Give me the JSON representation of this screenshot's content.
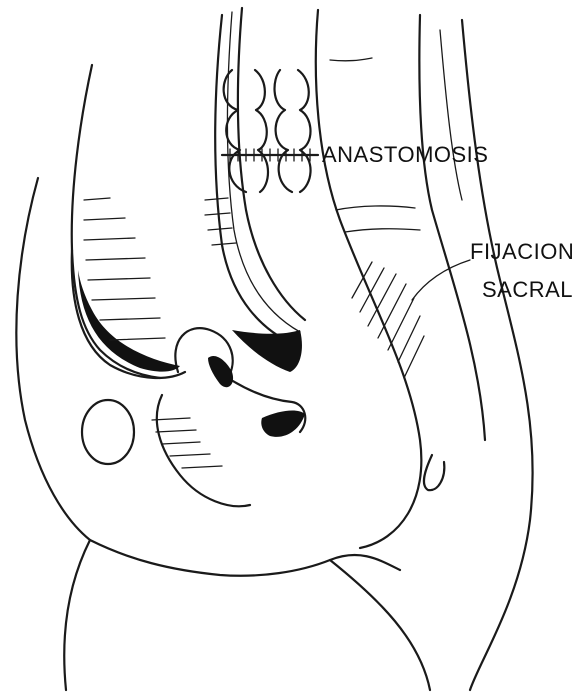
{
  "labels": {
    "anastomosis": "ANASTOMOSIS",
    "fijacion": "FIJACION",
    "sacral": "SACRAL"
  },
  "colors": {
    "ink": "#1a1a1a",
    "background": "#ffffff"
  }
}
